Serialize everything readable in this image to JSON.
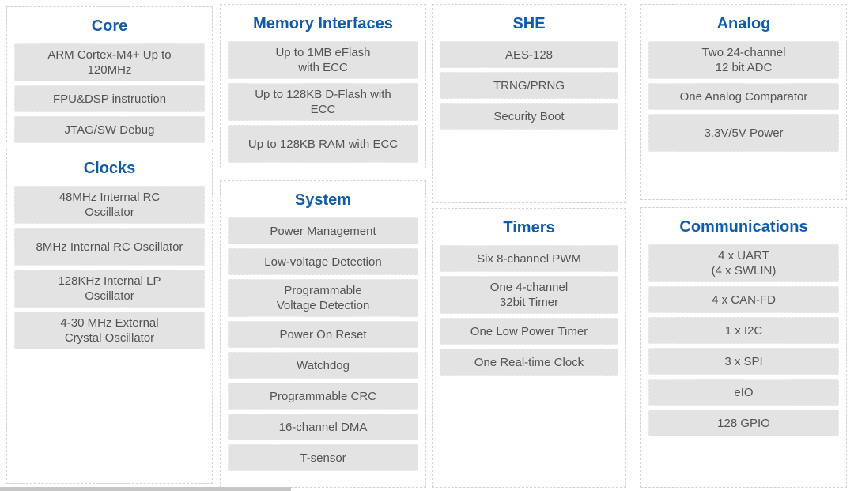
{
  "theme": {
    "title_color": "#115ca9",
    "item_fill": "#e3e3e3",
    "item_text_color": "#545454",
    "panel_border_color": "#d2d2d2"
  },
  "panels": {
    "core": {
      "title": "Core",
      "items": [
        "ARM Cortex-M4+ Up to\n120MHz",
        "FPU&DSP instruction",
        "JTAG/SW Debug"
      ]
    },
    "clocks": {
      "title": "Clocks",
      "items": [
        "48MHz Internal RC\nOscillator",
        "8MHz Internal RC Oscillator",
        "128KHz Internal LP\nOscillator",
        "4-30 MHz External\nCrystal Oscillator"
      ]
    },
    "memory": {
      "title": "Memory Interfaces",
      "items": [
        "Up to 1MB eFlash\nwith ECC",
        "Up to 128KB D-Flash with\nECC",
        "Up to 128KB RAM with ECC"
      ]
    },
    "system": {
      "title": "System",
      "items": [
        "Power Management",
        "Low-voltage Detection",
        "Programmable\nVoltage Detection",
        "Power On Reset",
        "Watchdog",
        "Programmable CRC",
        "16-channel DMA",
        "T-sensor"
      ]
    },
    "she": {
      "title": "SHE",
      "items": [
        "AES-128",
        "TRNG/PRNG",
        "Security Boot"
      ]
    },
    "timers": {
      "title": "Timers",
      "items": [
        "Six 8-channel PWM",
        "One 4-channel\n32bit Timer",
        "One Low Power Timer",
        "One Real-time Clock"
      ]
    },
    "analog": {
      "title": "Analog",
      "items": [
        "Two 24-channel\n12 bit ADC",
        "One Analog Comparator",
        "3.3V/5V Power"
      ]
    },
    "communications": {
      "title": "Communications",
      "items": [
        "4 x UART\n(4 x SWLIN)",
        "4 x CAN-FD",
        "1 x I2C",
        "3 x SPI",
        "eIO",
        "128 GPIO"
      ]
    }
  }
}
